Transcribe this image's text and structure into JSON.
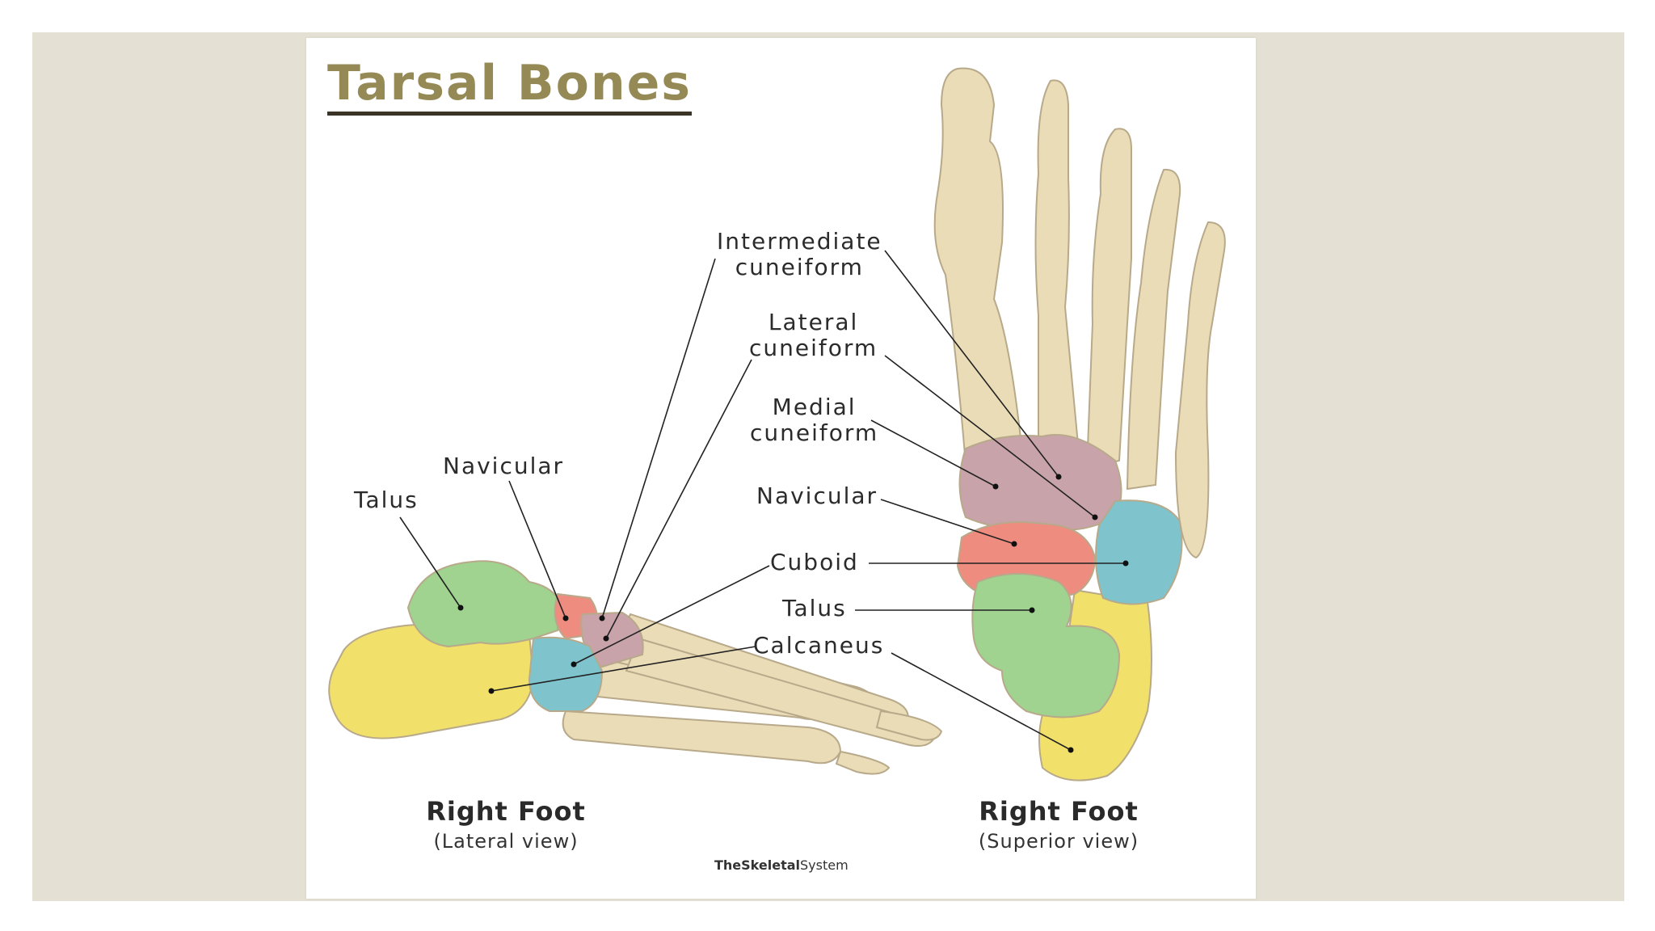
{
  "title": "Tarsal Bones",
  "labels": {
    "lateral_view": {
      "talus": "Talus",
      "navicular": "Navicular"
    },
    "shared": {
      "intermediate_cuneiform": "Intermediate\ncuneiform",
      "lateral_cuneiform": "Lateral\ncuneiform",
      "cuboid": "Cuboid",
      "calcaneus": "Calcaneus"
    },
    "superior_view": {
      "medial_cuneiform": "Medial\ncuneiform",
      "navicular": "Navicular",
      "talus": "Talus"
    }
  },
  "captions": {
    "left": {
      "title": "Right Foot",
      "subtitle": "(Lateral view)"
    },
    "right": {
      "title": "Right Foot",
      "subtitle": "(Superior view)"
    }
  },
  "logo": {
    "bold": "TheSkeletal",
    "regular": "System"
  },
  "colors": {
    "background": "#e4e0d4",
    "title": "#958a55",
    "talus": "#9fd38f",
    "navicular": "#ef8c80",
    "cuneiform": "#c9a3aa",
    "cuboid": "#7fc3cd",
    "calcaneus": "#f1e16b",
    "bone": "#e9dcb6"
  }
}
